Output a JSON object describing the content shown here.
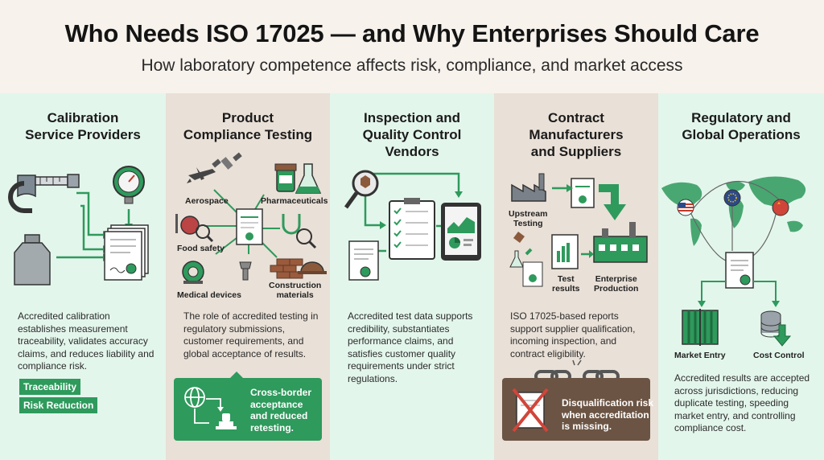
{
  "header": {
    "title": "Who Needs ISO 17025 — and Why Enterprises Should Care",
    "subtitle": "How laboratory competence affects risk, compliance, and market access"
  },
  "columns": [
    {
      "heading": [
        "Calibration",
        "Service Providers"
      ],
      "description": [
        "Accredited calibration",
        "establishes measurement",
        "traceability, validates accuracy",
        "claims, and reduces liability and",
        "compliance risk."
      ],
      "tags": [
        "Traceability",
        "Risk Reduction"
      ]
    },
    {
      "heading": [
        "Product",
        "Compliance Testing"
      ],
      "labels": {
        "aerospace": "Aerospace",
        "pharmaceuticals": "Pharmaceuticals",
        "food_safety": "Food safety",
        "medical_devices": "Medical devices",
        "construction": [
          "Construction",
          "materials"
        ]
      },
      "description": [
        "The role of accredited testing in",
        "regulatory submissions,",
        "customer requirements, and",
        "global acceptance of results."
      ],
      "callout": [
        "Cross-border",
        "acceptance",
        "and reduced",
        "retesting."
      ]
    },
    {
      "heading": [
        "Inspection and",
        "Quality Control",
        "Vendors"
      ],
      "description": [
        "Accredited test data supports",
        "credibility, substantiates",
        "performance claims, and",
        "satisfies customer quality",
        "requirements under strict",
        "regulations."
      ]
    },
    {
      "heading": [
        "Contract",
        "Manufacturers",
        "and Suppliers"
      ],
      "labels": {
        "upstream": [
          "Upstream",
          "Testing"
        ],
        "test_results": [
          "Test",
          "results"
        ],
        "enterprise": [
          "Enterprise",
          "Production"
        ]
      },
      "description": [
        "ISO 17025-based reports",
        "support supplier qualification,",
        "incoming inspection, and",
        "contract eligibility."
      ],
      "callout": [
        "Disqualification risk",
        "when accreditation",
        "is missing."
      ]
    },
    {
      "heading": [
        "Regulatory and",
        "Global Operations"
      ],
      "labels": {
        "market_entry": "Market Entry",
        "cost_control": "Cost Control"
      },
      "description": [
        "Accredited results are accepted",
        "across jurisdictions, reducing",
        "duplicate testing, speeding",
        "market entry, and controlling",
        "compliance cost."
      ]
    }
  ],
  "colors": {
    "green": "#2e9a5c",
    "mint": "#e3f6ec",
    "beige": "#e9e0d7",
    "brown": "#6b5444"
  },
  "icons": [
    "micrometer-icon",
    "pressure-gauge-icon",
    "calibration-weight-icon",
    "certificate-icon",
    "airplane-icon",
    "satellite-icon",
    "flask-icon",
    "pill-bottle-icon",
    "apple-icon",
    "stethoscope-icon",
    "mri-scanner-icon",
    "dental-implant-icon",
    "bricks-icon",
    "hard-hat-icon",
    "magnifier-icon",
    "clipboard-checklist-icon",
    "tablet-chart-icon",
    "globe-icon",
    "stamp-icon",
    "factory-icon",
    "broken-chain-icon",
    "world-map-icon",
    "usa-flag-icon",
    "eu-flag-icon",
    "china-flag-icon",
    "gate-icon",
    "coin-stack-icon"
  ]
}
